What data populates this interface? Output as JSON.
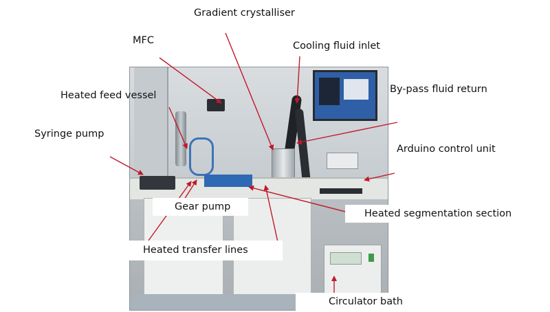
{
  "labels": {
    "gradient_crystalliser": "Gradient crystalliser",
    "mfc": "MFC",
    "cooling_fluid_inlet": "Cooling fluid inlet",
    "heated_feed_vessel": "Heated feed vessel",
    "by_pass_fluid_return": "By-pass fluid return",
    "syringe_pump": "Syringe pump",
    "arduino_control_unit": "Arduino control unit",
    "gear_pump": "Gear pump",
    "heated_segmentation_section": "Heated segmentation section",
    "heated_transfer_lines": "Heated transfer lines",
    "circulator_bath": "Circulator bath"
  },
  "colors": {
    "arrow": "#c0182a",
    "text": "#111111",
    "background": "#ffffff"
  }
}
